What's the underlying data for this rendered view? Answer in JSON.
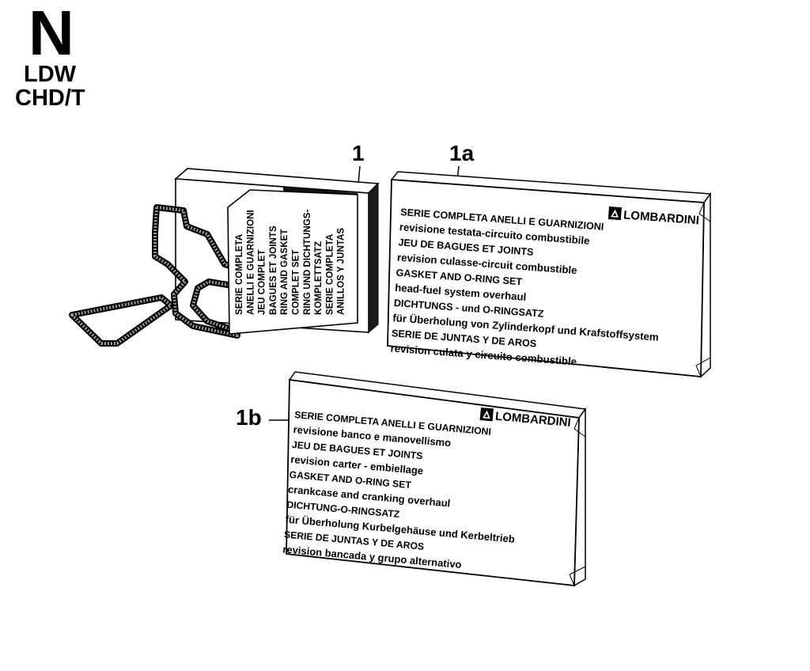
{
  "header": {
    "letter": "N",
    "line1": "LDW",
    "line2": "CHD/T"
  },
  "callouts": {
    "kit_1": "1",
    "kit_1a": "1a",
    "kit_1b": "1b"
  },
  "kit_1": {
    "label_lines": [
      "SERIE COMPLETA",
      "ANELLI E GUARNIZIONI",
      "JEU COMPLET",
      "BAGUES ET JOINTS",
      "RING AND GASKET",
      "COMPLET SET",
      "RING UND DICHTUNGS-",
      "KOMPLETTSATZ",
      "SERIE COMPLETA",
      "ANILLOS Y JUNTAS"
    ]
  },
  "kit_1a": {
    "brand": "LOMBARDINI",
    "lines": [
      "SERIE COMPLETA ANELLI E GUARNIZIONI",
      "revisione testata-circuito combustibile",
      "JEU DE BAGUES ET JOINTS",
      "revision culasse-circuit combustible",
      "GASKET AND O-RING SET",
      "head-fuel system overhaul",
      "DICHTUNGS - und O-RINGSATZ",
      "für Überholung von Zylinderkopf und Krafstoffsystem",
      "SERIE DE JUNTAS Y DE AROS",
      "revision culata y circuito combustible"
    ]
  },
  "kit_1b": {
    "brand": "LOMBARDINI",
    "lines": [
      "SERIE COMPLETA ANELLI E GUARNIZIONI",
      "revisione banco e manovellismo",
      "JEU DE BAGUES ET JOINTS",
      "revision carter - embiellage",
      "GASKET AND O-RING SET",
      "crankcase and cranking overhaul",
      "DICHTUNG-O-RINGSATZ",
      "für Überholung Kurbelgehäuse und Kerbeltrieb",
      "SERIE DE JUNTAS Y DE AROS",
      "revision bancada y grupo alternativo"
    ]
  }
}
